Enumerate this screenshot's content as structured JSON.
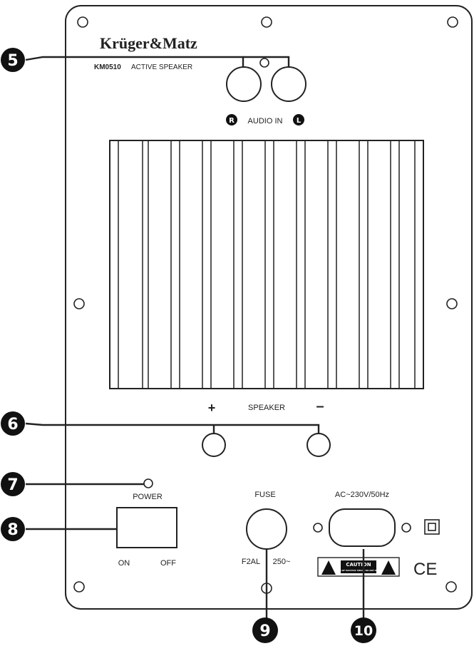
{
  "brand": "Krüger&Matz",
  "model_code": "KM0510",
  "model_desc": "ACTIVE SPEAKER",
  "audio_in": {
    "left_badge": "R",
    "label": "AUDIO IN",
    "right_badge": "L"
  },
  "speaker": {
    "plus": "+",
    "label": "SPEAKER",
    "minus": "–"
  },
  "power": {
    "label": "POWER",
    "on": "ON",
    "off": "OFF"
  },
  "fuse": {
    "label": "FUSE",
    "rating_left": "F2AL",
    "rating_right": "250~"
  },
  "ac": {
    "label": "AC~230V/50Hz"
  },
  "warning": {
    "caution": "CAUTION",
    "fine_print": "RISK OF ELECTRIC SHOCK DO NOT OPEN"
  },
  "ce_mark": "CE",
  "callouts": [
    "5",
    "6",
    "7",
    "8",
    "9",
    "10"
  ],
  "colors": {
    "line": "#222222",
    "badge": "#111111",
    "panel": "#ffffff"
  }
}
